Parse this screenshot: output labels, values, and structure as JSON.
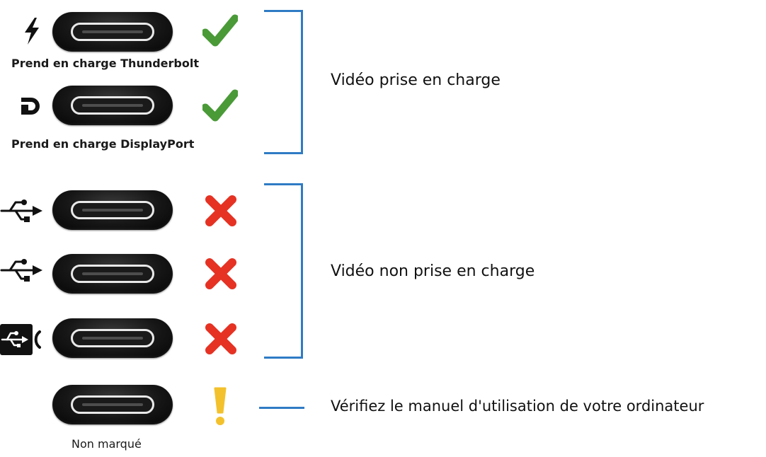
{
  "colors": {
    "check": "#4a9a38",
    "cross": "#e53223",
    "warning": "#f3c12c",
    "bracket": "#2f7bc5",
    "port": "#111111"
  },
  "ports": [
    {
      "icon": "thunderbolt-icon",
      "label": "Prend en charge Thunderbolt",
      "status": "check"
    },
    {
      "icon": "displayport-icon",
      "label": "Prend en charge DisplayPort",
      "status": "check"
    },
    {
      "icon": "usb-icon",
      "label": "",
      "status": "cross"
    },
    {
      "icon": "usb-icon",
      "label": "",
      "status": "cross"
    },
    {
      "icon": "usb-power-icon",
      "label": "",
      "status": "cross"
    },
    {
      "icon": "",
      "label": "Non marqué",
      "status": "warning"
    }
  ],
  "groups": [
    {
      "label": "Vidéo prise en charge"
    },
    {
      "label": "Vidéo non prise en charge"
    },
    {
      "label": "Vérifiez le manuel d'utilisation de votre ordinateur"
    }
  ]
}
